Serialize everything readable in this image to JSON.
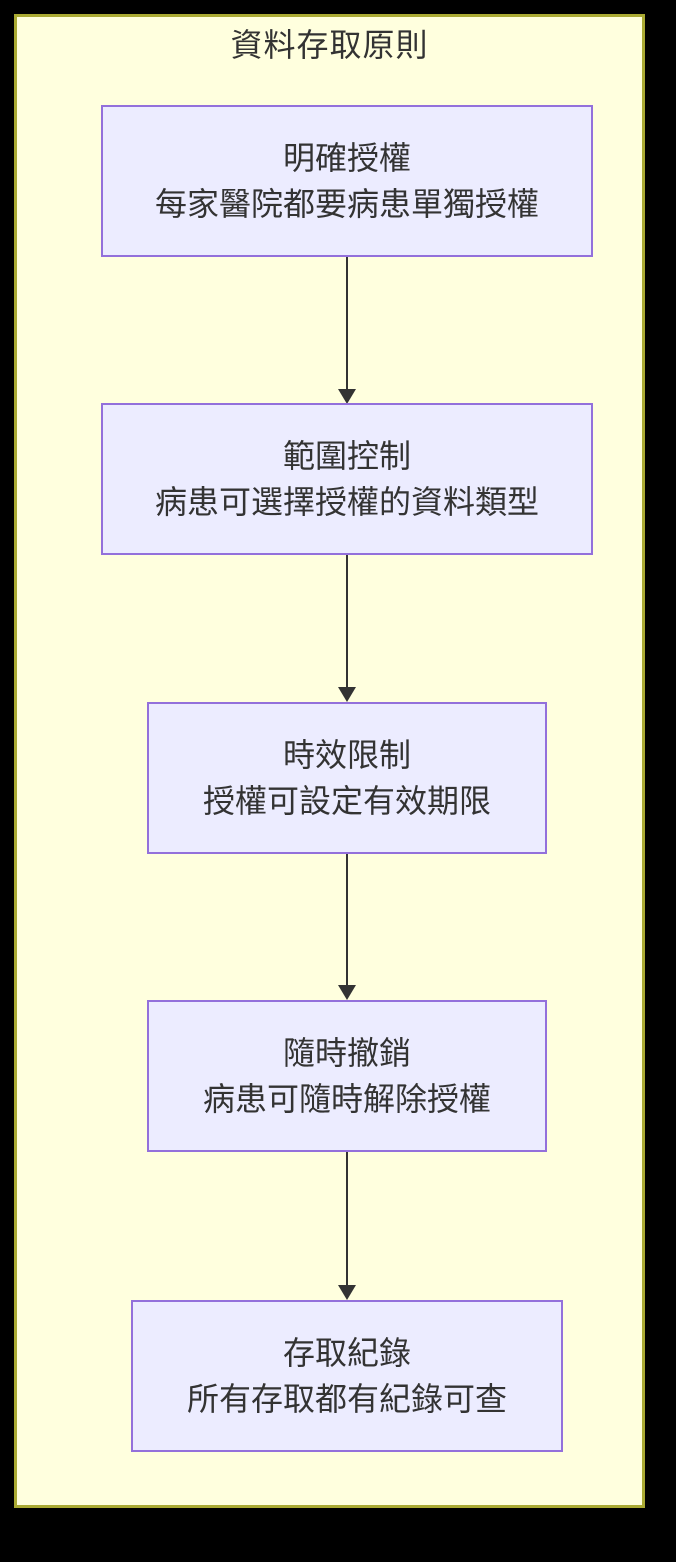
{
  "diagram": {
    "type": "flowchart",
    "title": "資料存取原則",
    "nodes": [
      {
        "id": "node-explicit-authorization",
        "title": "明確授權",
        "description": "每家醫院都要病患單獨授權"
      },
      {
        "id": "node-scope-control",
        "title": "範圍控制",
        "description": "病患可選擇授權的資料類型"
      },
      {
        "id": "node-time-limit",
        "title": "時效限制",
        "description": "授權可設定有效期限"
      },
      {
        "id": "node-revoke-anytime",
        "title": "隨時撤銷",
        "description": "病患可隨時解除授權"
      },
      {
        "id": "node-access-log",
        "title": "存取紀錄",
        "description": "所有存取都有紀錄可查"
      }
    ],
    "edges": [
      {
        "from": "node-explicit-authorization",
        "to": "node-scope-control"
      },
      {
        "from": "node-scope-control",
        "to": "node-time-limit"
      },
      {
        "from": "node-time-limit",
        "to": "node-revoke-anytime"
      },
      {
        "from": "node-revoke-anytime",
        "to": "node-access-log"
      }
    ],
    "colors": {
      "page_background": "#000000",
      "cluster_fill": "#ffffde",
      "cluster_border": "#aaaa33",
      "node_fill": "#ececff",
      "node_border": "#9370db",
      "text": "#333333",
      "arrow": "#333333"
    }
  }
}
